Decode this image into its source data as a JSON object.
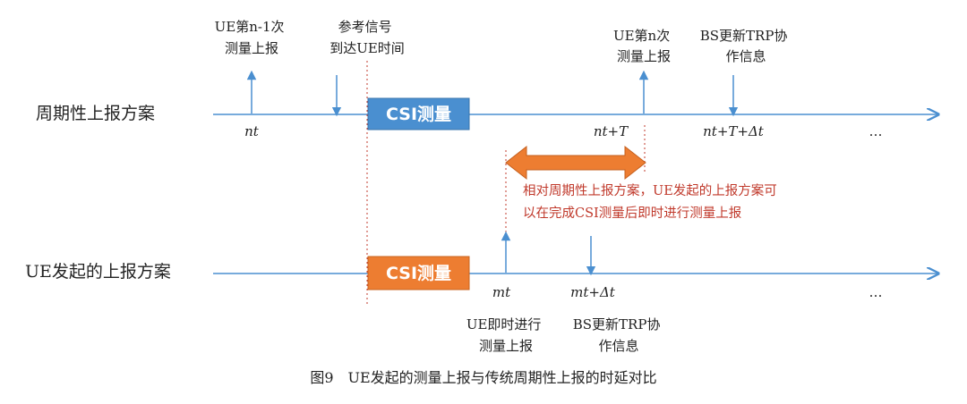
{
  "rows": {
    "periodic_label": "周期性上报方案",
    "ue_initiated_label": "UE发起的上报方案"
  },
  "boxes": {
    "periodic_csi": "CSI测量",
    "ue_csi": "CSI测量"
  },
  "top_annotations": {
    "ue_n_minus_1": [
      "UE第n-1次",
      "测量上报"
    ],
    "reference_signal": [
      "参考信号",
      "到达UE时间"
    ],
    "ue_n": [
      "UE第n次",
      "测量上报"
    ],
    "bs_update_top": [
      "BS更新TRP协",
      "作信息"
    ]
  },
  "time_labels": {
    "nt": "nt",
    "nt_plus_T": "nt+T",
    "nt_plus_T_delta": "nt+T+Δt",
    "mt": "mt",
    "mt_plus_delta": "mt+Δt",
    "ellipsis_top": "…",
    "ellipsis_bottom": "…"
  },
  "bottom_annotations": {
    "ue_immediate": [
      "UE即时进行",
      "测量上报"
    ],
    "bs_update_bottom": [
      "BS更新TRP协",
      "作信息"
    ]
  },
  "comparison_note": [
    "相对周期性上报方案，UE发起的上报方案可",
    "以在完成CSI测量后即时进行测量上报"
  ],
  "caption": "图9　UE发起的测量上报与传统周期性上报的时延对比",
  "colors": {
    "axis": "#4a8fd0",
    "periodic_box": "#4a8fd0",
    "ue_box": "#ed7d31",
    "double_arrow": "#ed7d31",
    "note_text": "#c0392b",
    "dotted_line": "#c0392b"
  }
}
